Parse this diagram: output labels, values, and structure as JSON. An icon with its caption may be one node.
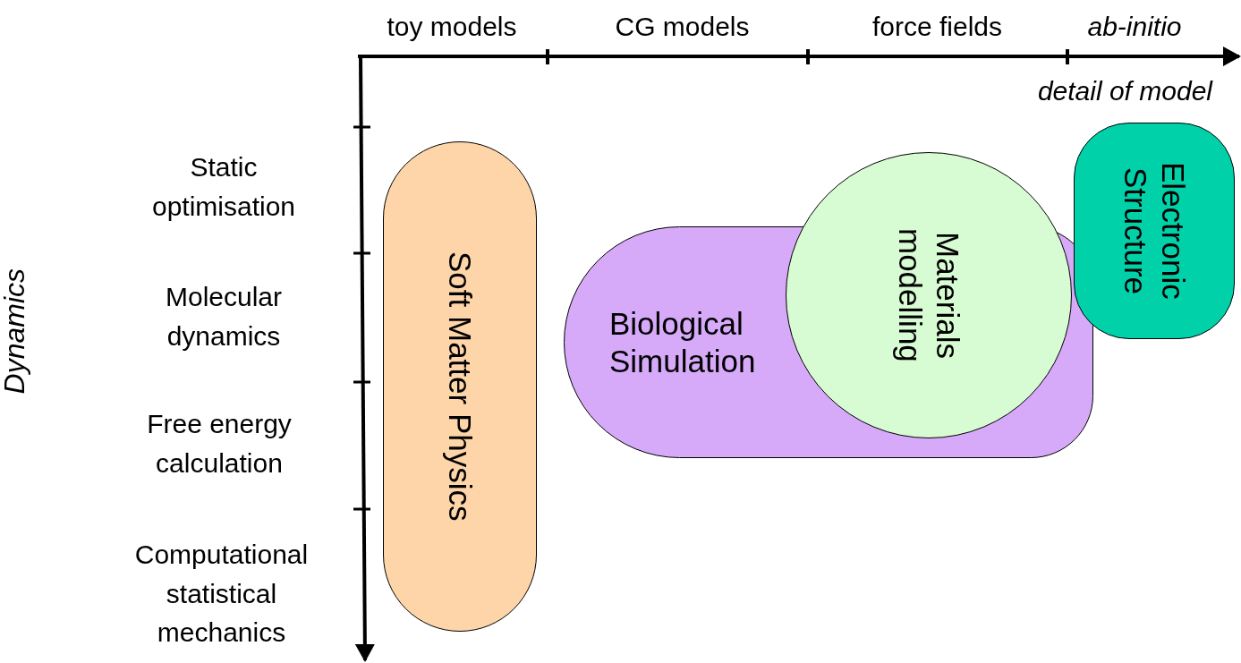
{
  "diagram": {
    "nodes": [
      {
        "text": [
          "Soft Matter Physics"
        ]
      },
      {
        "text": [
          "Biological Simulation"
        ]
      },
      {
        "text": [
          "Materials modelling"
        ]
      },
      {
        "text": [
          "Electronic Structure"
        ]
      }
    ],
    "labels": [
      "toy models",
      "CG models",
      "force fields",
      "ab-initio",
      "detail of model",
      "Dynamics",
      "Static optimisation",
      "Molecular dynamics",
      "Free energy calculation",
      "Computational statistical mechanics"
    ]
  }
}
